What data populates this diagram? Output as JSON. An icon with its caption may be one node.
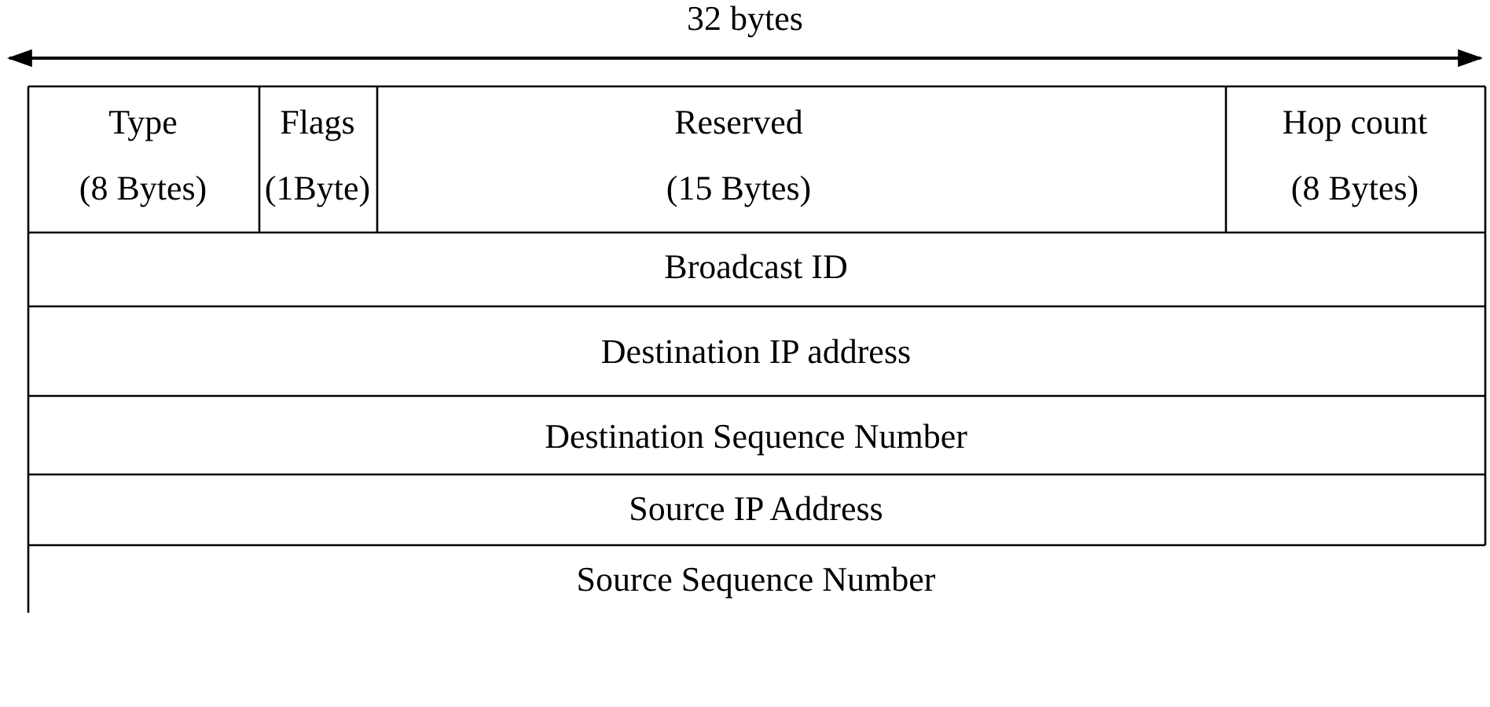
{
  "diagram": {
    "labels": [
      "32 bytes",
      "Type",
      "Flags",
      "Reserved",
      "Hop count",
      "(8 Bytes)",
      "(1Byte)",
      "(15 Bytes)",
      "(8 Bytes)",
      "Broadcast ID",
      "Destination IP address",
      "Destination Sequence Number",
      "Source IP Address",
      "Source Sequence Number"
    ]
  }
}
